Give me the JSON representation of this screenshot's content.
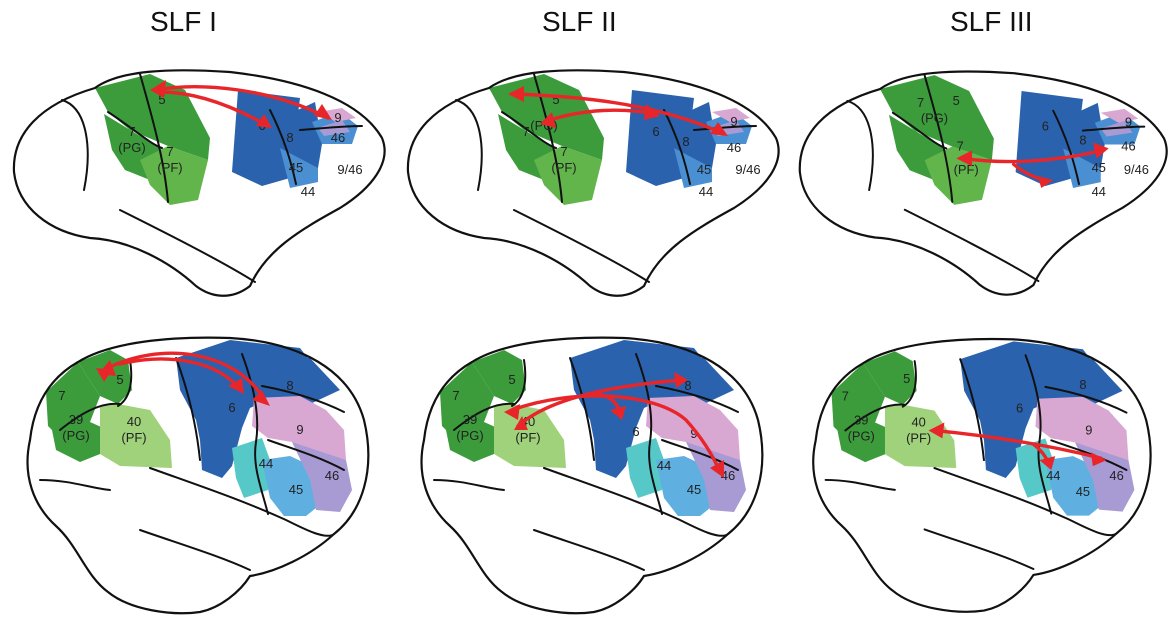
{
  "titles": [
    "SLF I",
    "SLF II",
    "SLF III"
  ],
  "colors": {
    "green_dark": "#3c9c3c",
    "green_mid": "#62b54a",
    "green_light": "#9fd27a",
    "blue_dark": "#2b62ae",
    "blue_mid": "#4a8fd2",
    "blue_light": "#5fb0e0",
    "cyan": "#56c8c8",
    "pink": "#d9a8d2",
    "lavender": "#a89ad3",
    "arrow": "#e8262a"
  },
  "top_labels": {
    "a5": "5",
    "a7pg_num": "7",
    "a7pg_sub": "(PG)",
    "a7pf_num": "7",
    "a7pf_sub": "(PF)",
    "a6": "6",
    "a8": "8",
    "a9": "9",
    "a46": "46",
    "a45": "45",
    "a946": "9/46",
    "a44": "44"
  },
  "bottom_labels": {
    "a5": "5",
    "a7": "7",
    "a39": "39",
    "a39_sub": "(PG)",
    "a40": "40",
    "a40_sub": "(PF)",
    "a6": "6",
    "a8": "8",
    "a9": "9",
    "a44": "44",
    "a45": "45",
    "a46": "46"
  }
}
